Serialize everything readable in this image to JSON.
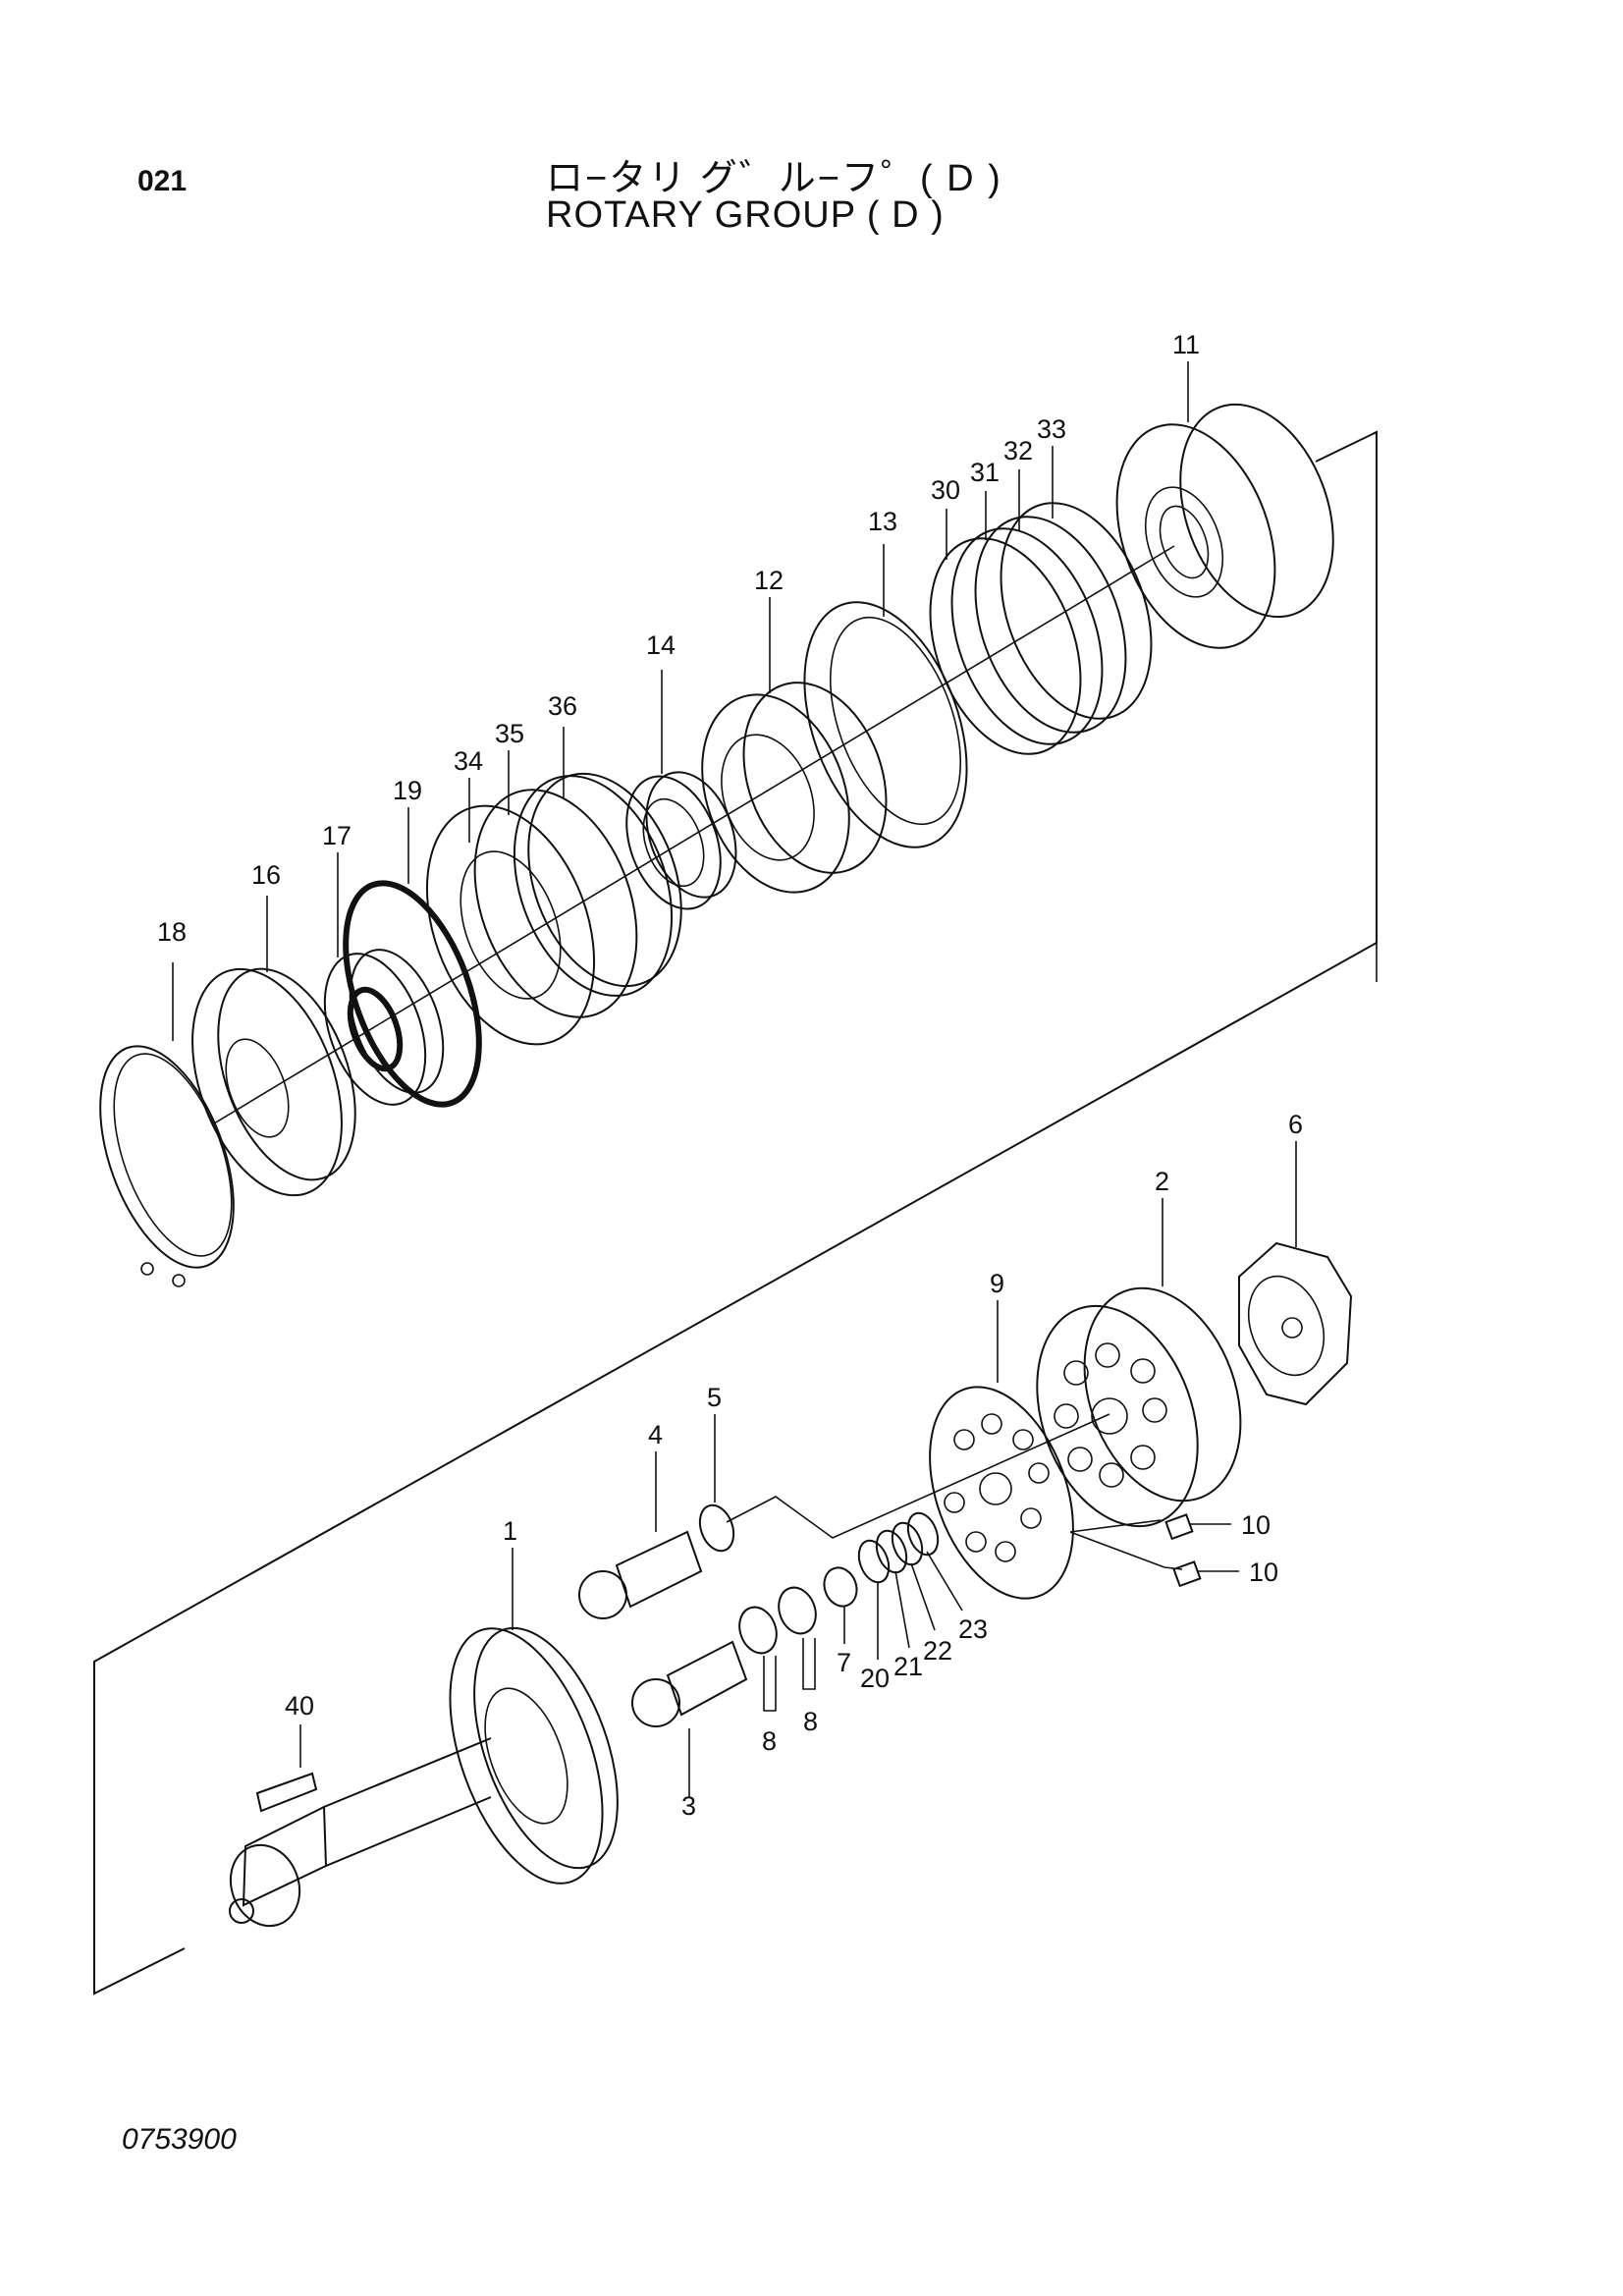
{
  "header": {
    "page_code": "021",
    "title_ja": "ロ−タリ グ゛ル−フ゜( D )",
    "title_en": "ROTARY GROUP ( D )"
  },
  "footer": {
    "drawing_number": "0753900"
  },
  "callouts": {
    "c1": "1",
    "c2": "2",
    "c3": "3",
    "c4": "4",
    "c5": "5",
    "c6": "6",
    "c7": "7",
    "c8a": "8",
    "c8b": "8",
    "c9": "9",
    "c10a": "10",
    "c10b": "10",
    "c11": "11",
    "c12": "12",
    "c13": "13",
    "c14": "14",
    "c16": "16",
    "c17": "17",
    "c18": "18",
    "c19": "19",
    "c20": "20",
    "c21": "21",
    "c22": "22",
    "c23": "23",
    "c30": "30",
    "c31": "31",
    "c32": "32",
    "c33": "33",
    "c34": "34",
    "c35": "35",
    "c36": "36",
    "c40": "40"
  }
}
